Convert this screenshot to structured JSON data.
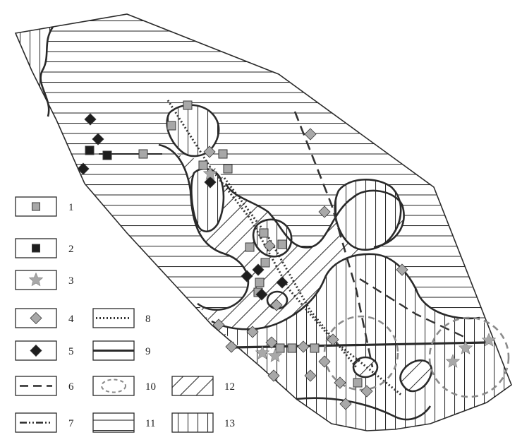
{
  "figure": {
    "colors": {
      "ink": "#2a2a2a",
      "symbol_gray": "#a8a8a8",
      "symbol_dark": "#1e1e1e",
      "circle_dash": "#8a8a8a",
      "background": "#ffffff"
    }
  },
  "legend": {
    "items": [
      {
        "number": "1",
        "symbol": "gray-square"
      },
      {
        "number": "2",
        "symbol": "black-square"
      },
      {
        "number": "3",
        "symbol": "gray-star"
      },
      {
        "number": "4",
        "symbol": "gray-diamond"
      },
      {
        "number": "5",
        "symbol": "black-diamond"
      },
      {
        "number": "6",
        "symbol": "long-dashed-line"
      },
      {
        "number": "7",
        "symbol": "dash-dot-dot-line"
      },
      {
        "number": "8",
        "symbol": "dotted-line"
      },
      {
        "number": "9",
        "symbol": "solid-thick-line"
      },
      {
        "number": "10",
        "symbol": "dashed-circle"
      },
      {
        "number": "11",
        "symbol": "horizontal-hatch"
      },
      {
        "number": "12",
        "symbol": "diagonal-hatch"
      },
      {
        "number": "13",
        "symbol": "vertical-hatch"
      }
    ]
  }
}
